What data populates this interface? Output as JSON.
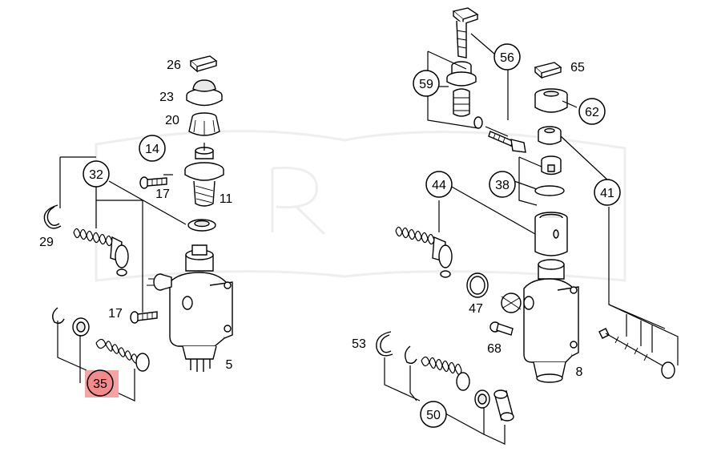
{
  "labels": {
    "l26": "26",
    "l23": "23",
    "l20": "20",
    "l14": "14",
    "l17a": "17",
    "l11": "11",
    "l32": "32",
    "l29": "29",
    "l17b": "17",
    "l35": "35",
    "l5": "5",
    "l56": "56",
    "l65": "65",
    "l59": "59",
    "l62": "62",
    "l38": "38",
    "l44": "44",
    "l41": "41",
    "l47": "47",
    "l68": "68",
    "l53": "53",
    "l8": "8",
    "l50": "50"
  },
  "colors": {
    "highlight": "#f38b8b",
    "ink": "#000000",
    "background": "#ffffff"
  },
  "highlighted_callout": "35"
}
